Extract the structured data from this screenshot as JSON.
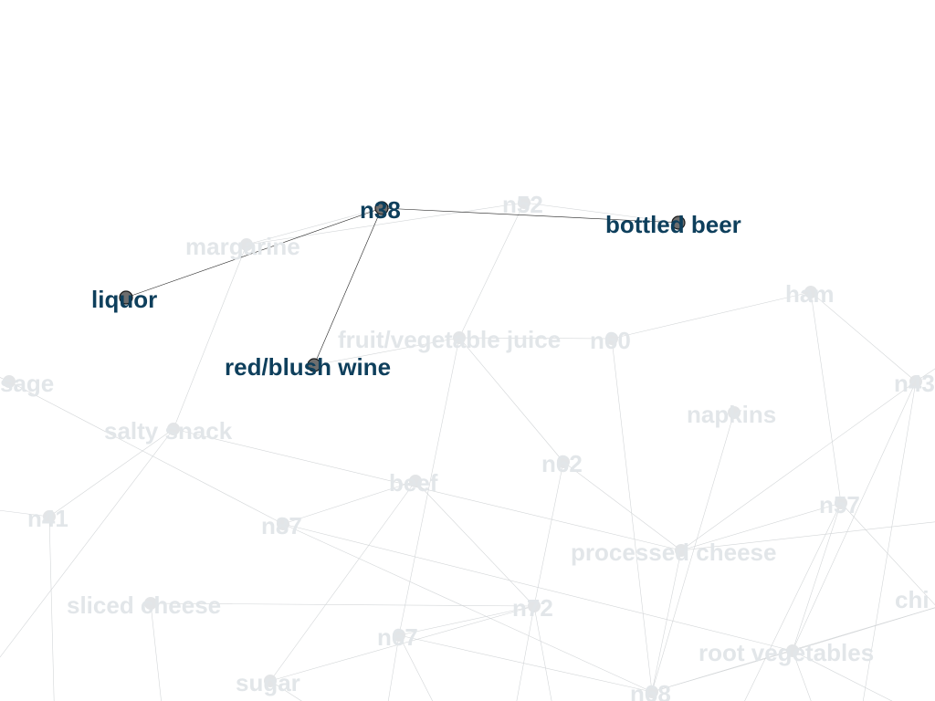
{
  "graph": {
    "highlighted_color": "#0e3f5c",
    "faded_color": "#e2e6e9",
    "nodes": [
      {
        "id": "n38",
        "label": "n38",
        "highlighted": true
      },
      {
        "id": "bottled_beer",
        "label": "bottled beer",
        "highlighted": true
      },
      {
        "id": "liquor",
        "label": "liquor",
        "highlighted": true
      },
      {
        "id": "red_blush_wine",
        "label": "red/blush wine",
        "highlighted": true
      },
      {
        "id": "n52",
        "label": "n52",
        "highlighted": false
      },
      {
        "id": "margarine",
        "label": "margarine",
        "highlighted": false
      },
      {
        "id": "ham",
        "label": "ham",
        "highlighted": false
      },
      {
        "id": "fruit_veg_juice",
        "label": "fruit/vegetable juice",
        "highlighted": false
      },
      {
        "id": "n60",
        "label": "n60",
        "highlighted": false
      },
      {
        "id": "sage",
        "label": "sage",
        "highlighted": false
      },
      {
        "id": "n43",
        "label": "n43",
        "highlighted": false
      },
      {
        "id": "napkins",
        "label": "napkins",
        "highlighted": false
      },
      {
        "id": "salty_snack",
        "label": "salty snack",
        "highlighted": false
      },
      {
        "id": "n62",
        "label": "n62",
        "highlighted": false
      },
      {
        "id": "beef",
        "label": "beef",
        "highlighted": false
      },
      {
        "id": "n57",
        "label": "n57",
        "highlighted": false
      },
      {
        "id": "n41",
        "label": "n41",
        "highlighted": false
      },
      {
        "id": "n87",
        "label": "n87",
        "highlighted": false
      },
      {
        "id": "processed_cheese",
        "label": "processed cheese",
        "highlighted": false
      },
      {
        "id": "chicken",
        "label": "chi",
        "highlighted": false
      },
      {
        "id": "sliced_cheese",
        "label": "sliced cheese",
        "highlighted": false
      },
      {
        "id": "n72",
        "label": "n72",
        "highlighted": false
      },
      {
        "id": "n67",
        "label": "n67",
        "highlighted": false
      },
      {
        "id": "root_vegetables",
        "label": "root vegetables",
        "highlighted": false
      },
      {
        "id": "sugar",
        "label": "sugar",
        "highlighted": false
      },
      {
        "id": "n68",
        "label": "n68",
        "highlighted": false
      }
    ],
    "edges": [
      {
        "source": "n38",
        "target": "bottled_beer",
        "highlighted": true
      },
      {
        "source": "n38",
        "target": "liquor",
        "highlighted": true
      },
      {
        "source": "n38",
        "target": "red_blush_wine",
        "highlighted": true
      },
      {
        "source": "n52",
        "target": "bottled_beer",
        "highlighted": false
      },
      {
        "source": "n52",
        "target": "margarine",
        "highlighted": false
      },
      {
        "source": "n52",
        "target": "fruit_veg_juice",
        "highlighted": false
      },
      {
        "source": "margarine",
        "target": "salty_snack",
        "highlighted": false
      },
      {
        "source": "margarine",
        "target": "n38",
        "highlighted": false
      },
      {
        "source": "ham",
        "target": "n60",
        "highlighted": false
      },
      {
        "source": "ham",
        "target": "n57",
        "highlighted": false
      },
      {
        "source": "ham",
        "target": "n43",
        "highlighted": false
      },
      {
        "source": "fruit_veg_juice",
        "target": "n60",
        "highlighted": false
      },
      {
        "source": "fruit_veg_juice",
        "target": "n62",
        "highlighted": false
      },
      {
        "source": "fruit_veg_juice",
        "target": "n67",
        "highlighted": false
      },
      {
        "source": "fruit_veg_juice",
        "target": "red_blush_wine",
        "highlighted": false
      },
      {
        "source": "n60",
        "target": "n68",
        "highlighted": false
      },
      {
        "source": "sage",
        "target": "n87",
        "highlighted": false
      },
      {
        "source": "salty_snack",
        "target": "n41",
        "highlighted": false
      },
      {
        "source": "salty_snack",
        "target": "processed_cheese",
        "highlighted": false
      },
      {
        "source": "beef",
        "target": "n87",
        "highlighted": false
      },
      {
        "source": "beef",
        "target": "sugar",
        "highlighted": false
      },
      {
        "source": "beef",
        "target": "n72",
        "highlighted": false
      },
      {
        "source": "n62",
        "target": "processed_cheese",
        "highlighted": false
      },
      {
        "source": "n62",
        "target": "n72",
        "highlighted": false
      },
      {
        "source": "napkins",
        "target": "n68",
        "highlighted": false
      },
      {
        "source": "n43",
        "target": "processed_cheese",
        "highlighted": false
      },
      {
        "source": "n43",
        "target": "root_vegetables",
        "highlighted": false
      },
      {
        "source": "n57",
        "target": "processed_cheese",
        "highlighted": false
      },
      {
        "source": "n57",
        "target": "root_vegetables",
        "highlighted": false
      },
      {
        "source": "processed_cheese",
        "target": "n68",
        "highlighted": false
      },
      {
        "source": "n87",
        "target": "root_vegetables",
        "highlighted": false
      },
      {
        "source": "n87",
        "target": "n68",
        "highlighted": false
      },
      {
        "source": "sliced_cheese",
        "target": "n72",
        "highlighted": false
      },
      {
        "source": "n72",
        "target": "n67",
        "highlighted": false
      },
      {
        "source": "root_vegetables",
        "target": "n68",
        "highlighted": false
      },
      {
        "source": "chicken",
        "target": "root_vegetables",
        "highlighted": false
      },
      {
        "source": "chicken",
        "target": "n68",
        "highlighted": false
      },
      {
        "source": "sugar",
        "target": "n72",
        "highlighted": false
      },
      {
        "source": "n67",
        "target": "n68",
        "highlighted": false
      }
    ]
  }
}
